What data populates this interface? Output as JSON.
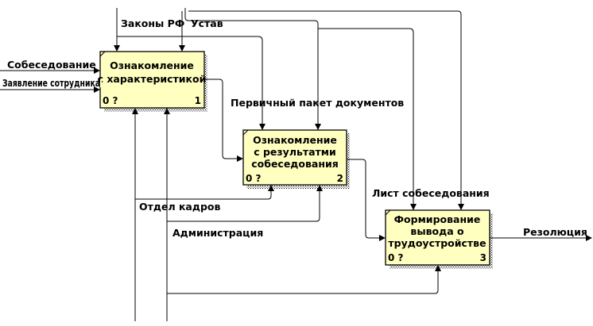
{
  "boxes": [
    {
      "id": "b1",
      "lines": [
        "Ознакомление",
        "с характеристикой"
      ],
      "status": "0 ?",
      "number": "1"
    },
    {
      "id": "b2",
      "lines": [
        "Ознакомление",
        "с результатми",
        "собеседования"
      ],
      "status": "0 ?",
      "number": "2"
    },
    {
      "id": "b3",
      "lines": [
        "Формирование",
        "вывода о",
        "трудоустройстве"
      ],
      "status": "0 ?",
      "number": "3"
    }
  ],
  "arrows": {
    "laws": "Законы РФ",
    "charter": "Устав",
    "interview": "Собеседование",
    "application": "Заявление сотрудника",
    "docs": "Первичный пакет документов",
    "interview_sheet": "Лист собеседования",
    "resolution": "Резолюция",
    "hr": "Отдел кадров",
    "admin": "Администрация"
  }
}
